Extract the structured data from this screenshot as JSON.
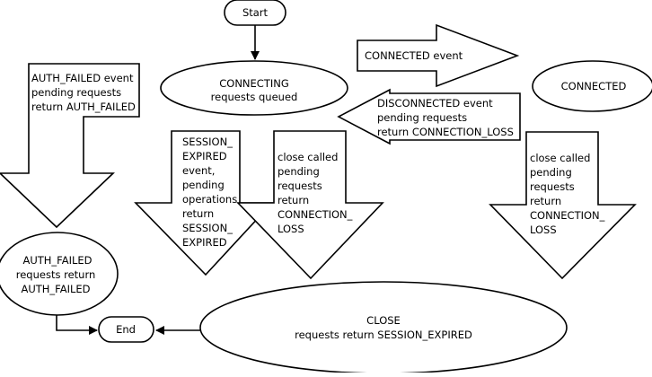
{
  "nodes": {
    "start": "Start",
    "connecting": [
      "CONNECTING",
      "requests queued"
    ],
    "connected": "CONNECTED",
    "auth_failed": [
      "AUTH_FAILED",
      "requests return",
      "AUTH_FAILED"
    ],
    "end": "End",
    "close": [
      "CLOSE",
      "requests return SESSION_EXPIRED"
    ]
  },
  "arrows": {
    "connected_event": [
      "CONNECTED event"
    ],
    "disconnected_event": [
      "DISCONNECTED event",
      "pending requests",
      "return CONNECTION_LOSS"
    ],
    "auth_failed_event": [
      "AUTH_FAILED event",
      "pending requests",
      "return AUTH_FAILED"
    ],
    "session_expired": [
      "SESSION_",
      "EXPIRED",
      "event,",
      "pending",
      "operations",
      "return",
      "SESSION_",
      "EXPIRED"
    ],
    "close_called_connecting": [
      "close called",
      "pending",
      "requests",
      "return",
      "CONNECTION_",
      "LOSS"
    ],
    "close_called_connected": [
      "close called",
      "pending",
      "requests",
      "return",
      "CONNECTION_",
      "LOSS"
    ]
  }
}
